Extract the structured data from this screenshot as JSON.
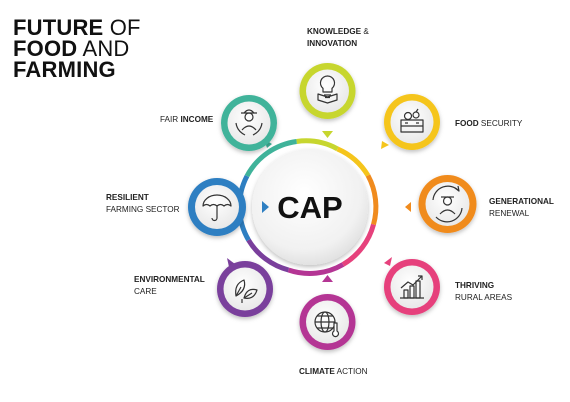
{
  "title": {
    "line1_bold": "FUTURE",
    "line1_light": "OF",
    "line2_bold": "FOOD",
    "line2_light": "AND",
    "line3_bold": "FARMING"
  },
  "center": {
    "label": "CAP"
  },
  "colors": {
    "knowledge": "#c7d62f",
    "food": "#f5c51c",
    "generational": "#f08b1e",
    "thriving": "#e6417c",
    "climate": "#b43594",
    "environmental": "#7a3f9c",
    "resilient": "#2e7fc2",
    "fair": "#3fb39a"
  },
  "icons": {
    "knowledge": "lightbulb-book-icon",
    "food": "vegetable-crate-icon",
    "generational": "farmer-cycle-icon",
    "thriving": "growth-chart-icon",
    "climate": "globe-thermometer-icon",
    "environmental": "leaves-icon",
    "resilient": "umbrella-icon",
    "fair": "farmer-hands-icon"
  },
  "labels": {
    "knowledge": {
      "bold": "KNOWLEDGE",
      "regular": " &",
      "line2": "INNOVATION"
    },
    "food": {
      "bold": "FOOD",
      "regular": " SECURITY"
    },
    "generational": {
      "bold": "GENERATIONAL",
      "line2": "RENEWAL"
    },
    "thriving": {
      "bold": "THRIVING",
      "line2": "RURAL AREAS"
    },
    "climate": {
      "bold": "CLIMATE",
      "regular": " ACTION"
    },
    "environmental": {
      "bold": "ENVIRONMENTAL",
      "line2": "CARE"
    },
    "resilient": {
      "bold": "RESILIENT",
      "line2": "FARMING SECTOR"
    },
    "fair": {
      "regular": "FAIR ",
      "bold": "INCOME"
    }
  }
}
